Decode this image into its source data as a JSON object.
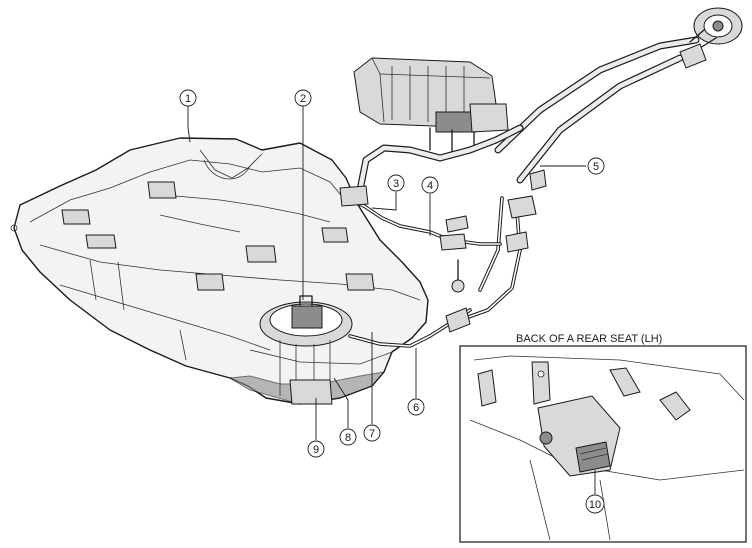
{
  "callouts": [
    {
      "id": "1",
      "label": "1"
    },
    {
      "id": "2",
      "label": "2"
    },
    {
      "id": "3",
      "label": "3"
    },
    {
      "id": "4",
      "label": "4"
    },
    {
      "id": "5",
      "label": "5"
    },
    {
      "id": "6",
      "label": "6"
    },
    {
      "id": "7",
      "label": "7"
    },
    {
      "id": "8",
      "label": "8"
    },
    {
      "id": "9",
      "label": "9"
    },
    {
      "id": "10",
      "label": "10"
    }
  ],
  "inset": {
    "title": "BACK OF A REAR SEAT (LH)"
  }
}
